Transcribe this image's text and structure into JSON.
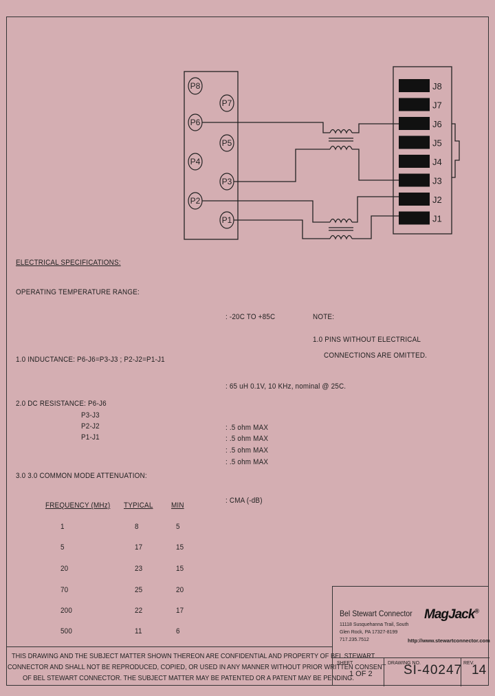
{
  "specs": {
    "heading": "ELECTRICAL SPECIFICATIONS:",
    "op_temp_label": "OPERATING TEMPERATURE RANGE:",
    "op_temp_value": ": -20C TO +85C",
    "inductance_label": "1.0  INDUCTANCE:   P6-J6=P3-J3 ; P2-J2=P1-J1",
    "inductance_value": ":  65 uH 0.1V, 10 KHz, nominal @ 25C.",
    "dc_label": "2.0  DC RESISTANCE:  P6-J6",
    "dc_rows": [
      "P3-J3",
      "P2-J2",
      "P1-J1"
    ],
    "dc_values": [
      ":  .5 ohm MAX",
      ":  .5 ohm MAX",
      ":  .5 ohm MAX",
      ":  .5 ohm MAX"
    ],
    "cm_label": "3.0  3.0 COMMON MODE ATTENUATION:",
    "cm_value": ":  CMA (-dB)"
  },
  "note": {
    "title": "NOTE:",
    "line1": "1.0 PINS WITHOUT ELECTRICAL",
    "line2": "CONNECTIONS ARE OMITTED."
  },
  "table": {
    "headers": [
      "FREQUENCY (MHz)",
      "TYPICAL",
      "MIN"
    ],
    "rows": [
      [
        "1",
        "8",
        "5"
      ],
      [
        "5",
        "17",
        "15"
      ],
      [
        "20",
        "23",
        "15"
      ],
      [
        "70",
        "25",
        "20"
      ],
      [
        "200",
        "22",
        "17"
      ],
      [
        "500",
        "11",
        "6"
      ]
    ]
  },
  "diagram": {
    "p_pins": [
      "P8",
      "P7",
      "P6",
      "P5",
      "P4",
      "P3",
      "P2",
      "P1"
    ],
    "j_pins": [
      "J8",
      "J7",
      "J6",
      "J5",
      "J4",
      "J3",
      "J2",
      "J1"
    ]
  },
  "confidential": {
    "line1": "THIS DRAWING AND THE SUBJECT MATTER SHOWN THEREON ARE CONFIDENTIAL AND PROPERTY OF BEL STEWART",
    "line2": "CONNECTOR AND SHALL NOT BE REPRODUCED, COPIED, OR USED IN ANY MANNER WITHOUT PRIOR WRITTEN CONSENT",
    "line3": "OF BEL STEWART CONNECTOR.  THE SUBJECT MATTER MAY BE PATENTED OR A PATENT MAY BE PENDING."
  },
  "titleblock": {
    "company": "Bel Stewart Connector",
    "addr1": "11118 Susquehanna Trail, South",
    "addr2": "Glen Rock, PA 17327-8199",
    "phone": "717.235.7512",
    "brand": "MagJack",
    "brand_mark": "®",
    "url": "http://www.stewartconnector.com",
    "sheet_label": "SHEET",
    "sheet_value": "1 OF 2",
    "drawing_label": "DRAWING NO.",
    "drawing_value": "SI-40247",
    "rev_label": "REV.",
    "rev_value": "14"
  }
}
